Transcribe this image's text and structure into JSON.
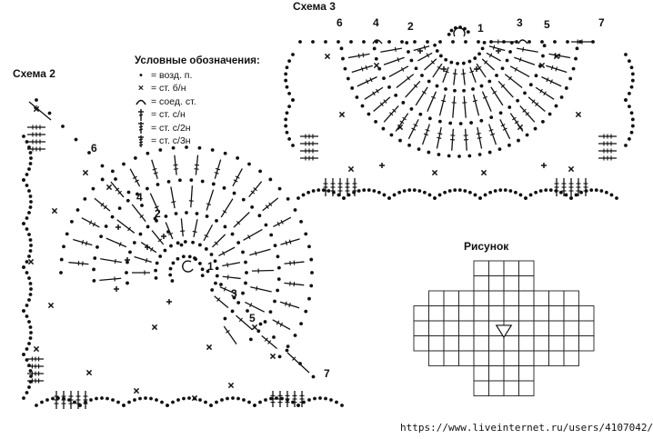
{
  "scheme2": {
    "title": "Схема 2",
    "rounds": [
      "1",
      "2",
      "3",
      "4",
      "5",
      "6",
      "7"
    ]
  },
  "scheme3": {
    "title": "Схема 3",
    "rounds": [
      "1",
      "2",
      "3",
      "4",
      "5",
      "6",
      "7"
    ]
  },
  "legend": {
    "title": "Условные обозначения:",
    "items": [
      {
        "icon": "dot-icon",
        "label": "= возд. п."
      },
      {
        "icon": "cross-icon",
        "label": "= ст. б/н"
      },
      {
        "icon": "arc-icon",
        "label": "= соед. ст."
      },
      {
        "icon": "dc-icon",
        "label": "= ст. с/н"
      },
      {
        "icon": "tr-icon",
        "label": "= ст. с/2н"
      },
      {
        "icon": "dtr-icon",
        "label": "= ст. с/3н"
      }
    ]
  },
  "figure": {
    "title": "Рисунок"
  },
  "watermark": "https://www.liveinternet.ru/users/4107042/"
}
